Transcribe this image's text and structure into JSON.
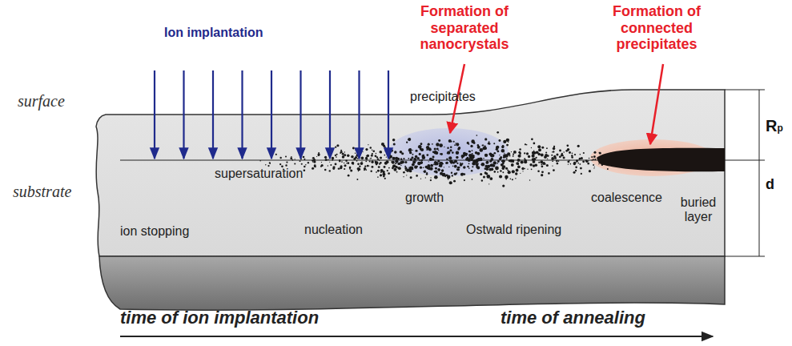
{
  "diagram": {
    "labels": [
      "Ion implantation",
      "Formation of separated nanocrystals",
      "Formation of connected precipitates",
      "surface",
      "substrate",
      "precipitates",
      "supersaturation",
      "growth",
      "coalescence",
      "ion stopping",
      "nucleation",
      "Ostwald ripening",
      "buried layer",
      "Rp",
      "d",
      "time of ion implantation",
      "time of annealing"
    ]
  }
}
